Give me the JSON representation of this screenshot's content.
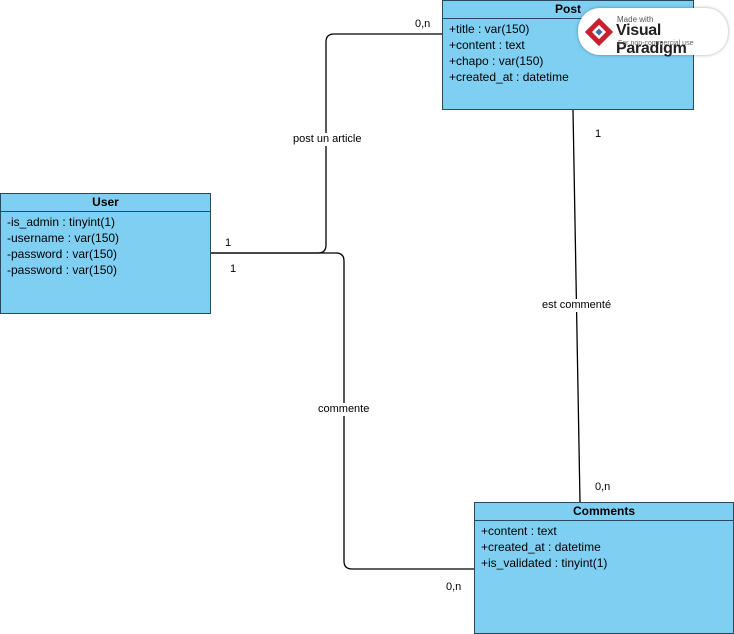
{
  "classes": {
    "user": {
      "name": "User",
      "attributes": [
        "-is_admin : tinyint(1)",
        "-username : var(150)",
        "-password : var(150)",
        "-password : var(150)"
      ]
    },
    "post": {
      "name": "Post",
      "attributes": [
        "+title : var(150)",
        "+content : text",
        "+chapo : var(150)",
        "+created_at : datetime"
      ]
    },
    "comments": {
      "name": "Comments",
      "attributes": [
        "+content : text",
        "+created_at : datetime",
        "+is_validated : tinyint(1)"
      ]
    }
  },
  "associations": {
    "user_post": {
      "label": "post un article",
      "mult_user": "1",
      "mult_post": "0,n"
    },
    "user_comments": {
      "label": "commente",
      "mult_user": "1",
      "mult_comments": "0,n"
    },
    "post_comments": {
      "label": "est commenté",
      "mult_post": "1",
      "mult_comments": "0,n"
    }
  },
  "watermark": {
    "made_with": "Made with",
    "brand": "Visual Paradigm",
    "note": "For non-commercial use"
  },
  "colors": {
    "class_fill": "#7fcff3",
    "border": "#2a4a5a",
    "line": "#000000"
  }
}
